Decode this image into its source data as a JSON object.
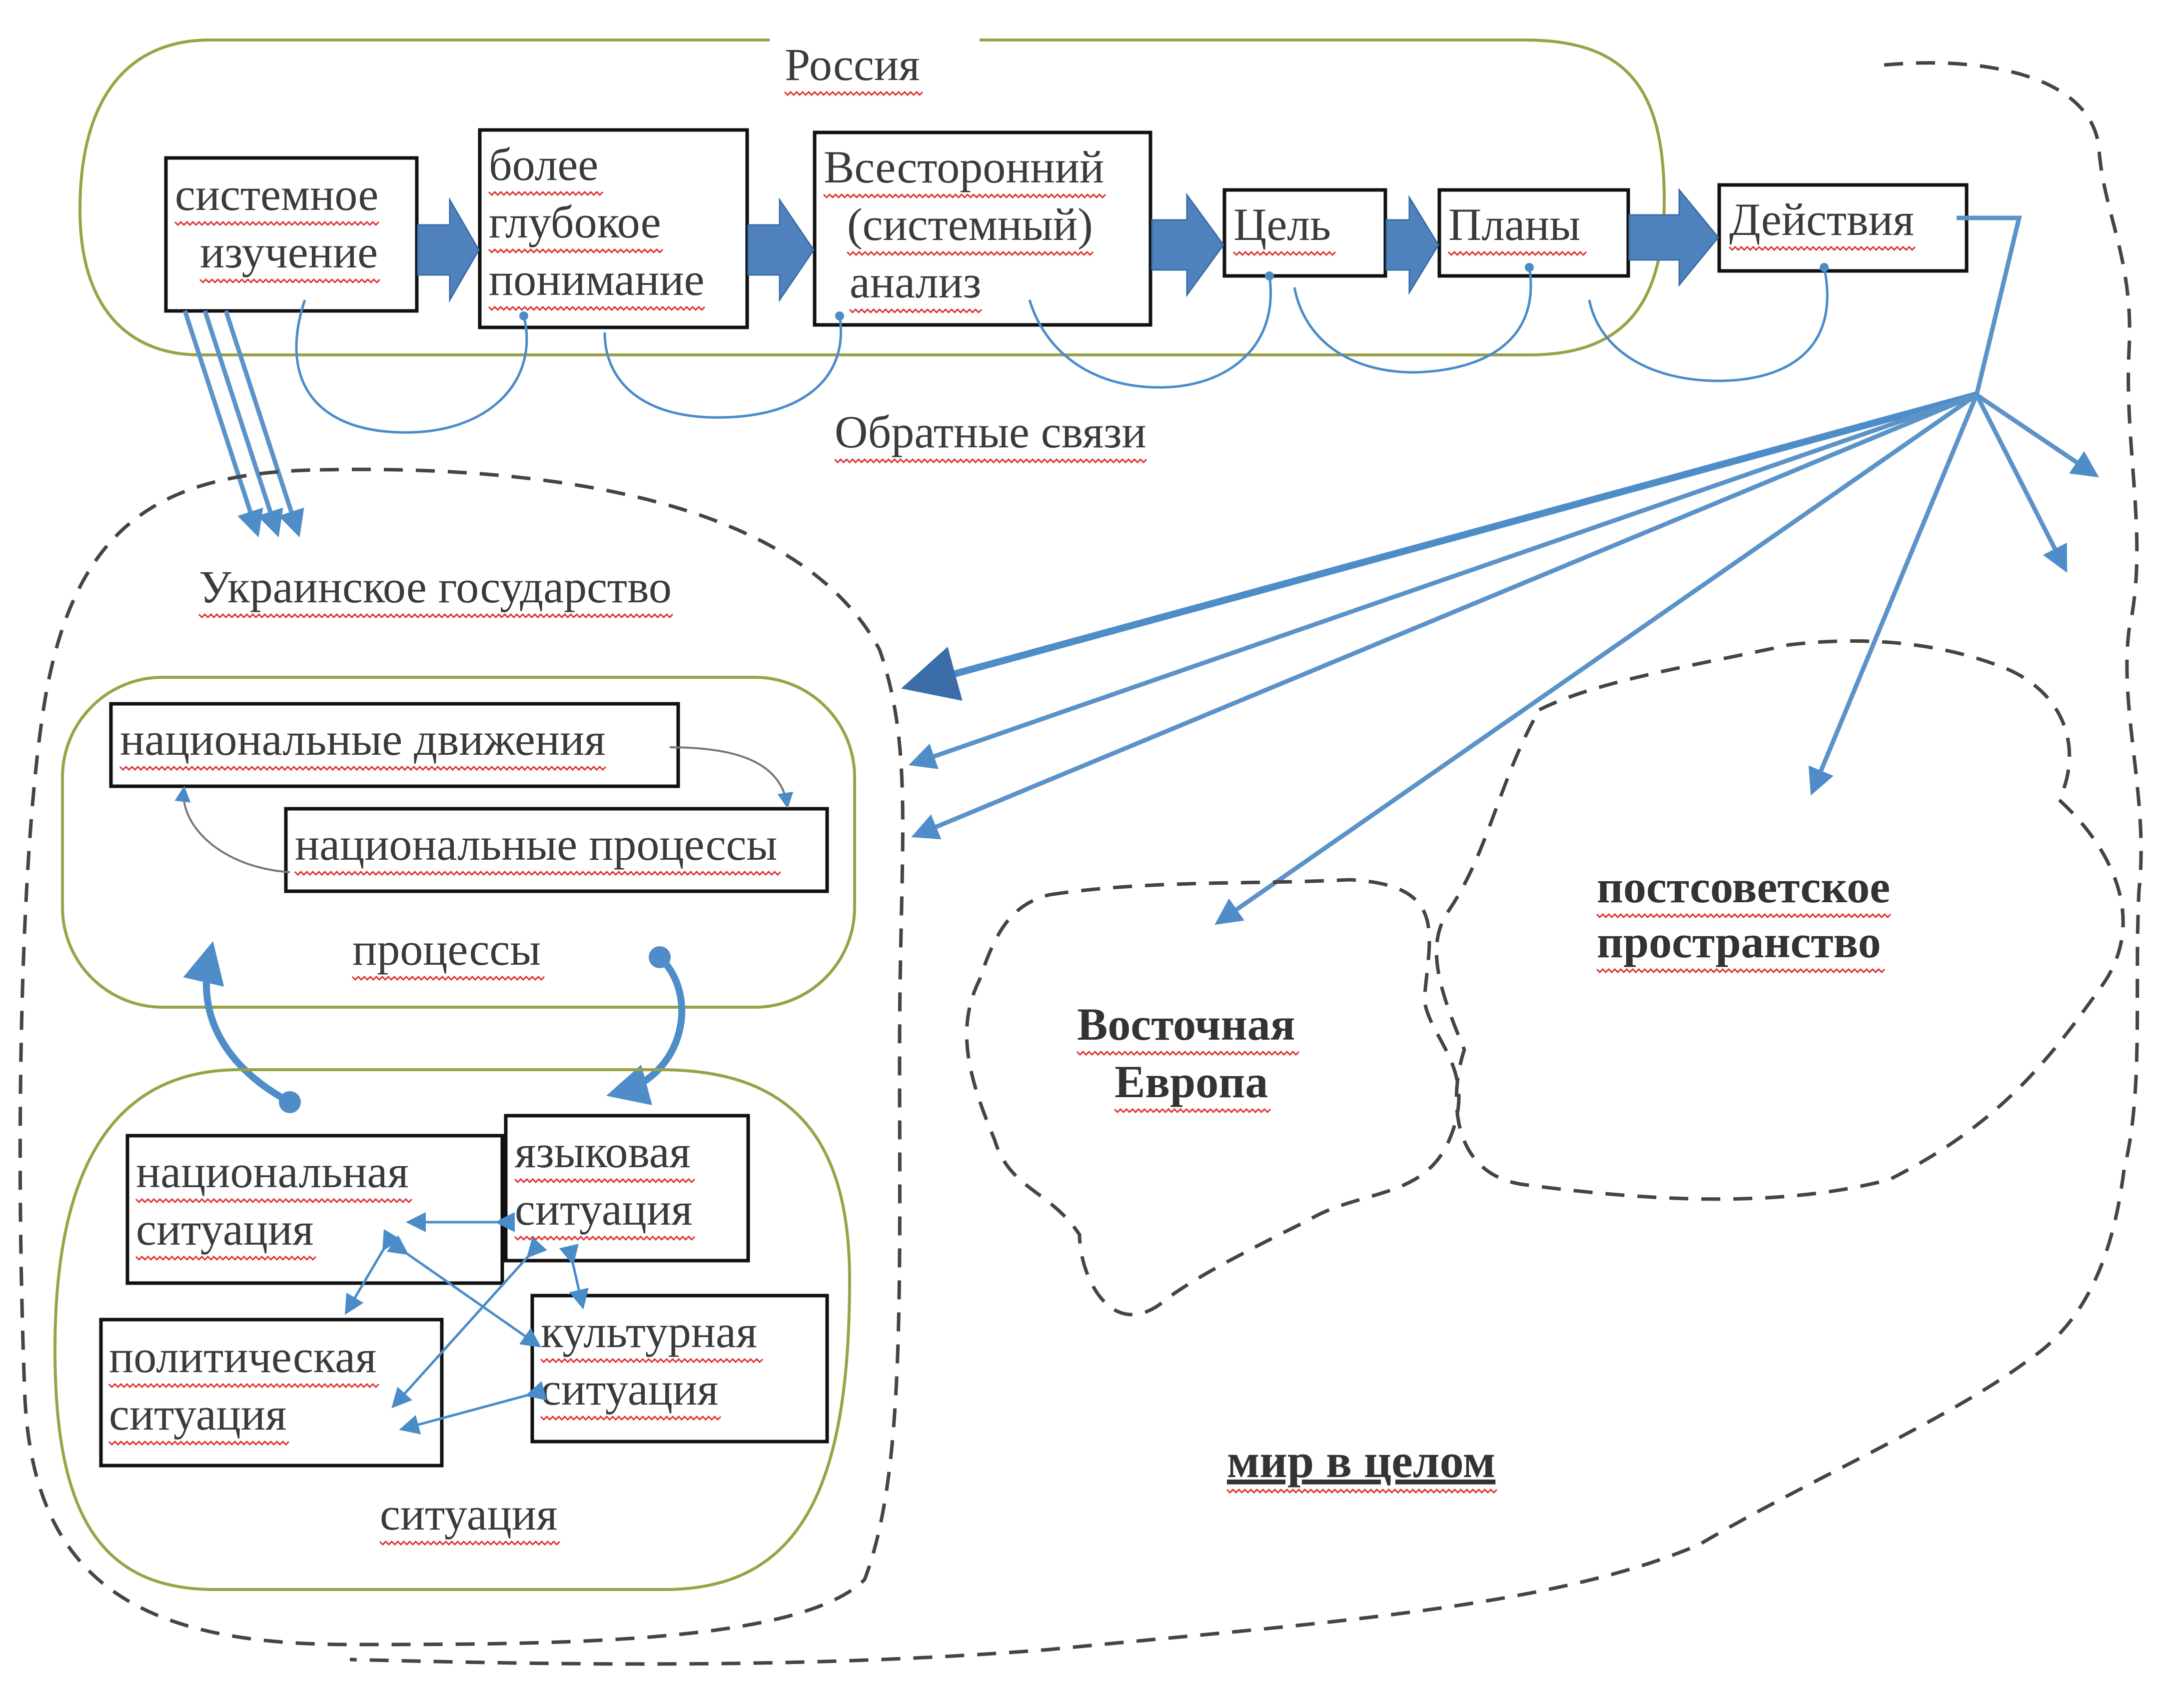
{
  "regions": {
    "russia": "Россия",
    "feedback": "Обратные связи",
    "ukraine": "Украинское государство",
    "processes": "процессы",
    "situation": "ситуация",
    "eastern_europe": [
      "Восточная",
      "Европа"
    ],
    "post_soviet": [
      "постсоветское",
      "пространство"
    ],
    "world": "мир в целом"
  },
  "chain": {
    "systemic_study": [
      "системное",
      "изучение"
    ],
    "deeper_understanding": [
      "более",
      "глубокое",
      "понимание"
    ],
    "comprehensive_analysis": [
      "Всесторонний",
      "(системный)",
      "анализ"
    ],
    "goal": "Цель",
    "plans": "Планы",
    "actions": "Действия"
  },
  "processes_boxes": {
    "national_movements": "национальные движения",
    "national_processes": "национальные процессы"
  },
  "situation_boxes": {
    "national": [
      "национальная",
      "ситуация"
    ],
    "language": [
      "языковая",
      "ситуация"
    ],
    "political": [
      "политическая",
      "ситуация"
    ],
    "cultural": [
      "культурная",
      "ситуация"
    ]
  }
}
